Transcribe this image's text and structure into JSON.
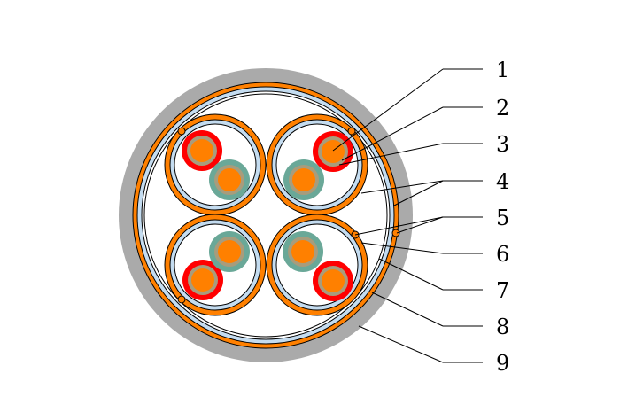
{
  "labels": [
    "1",
    "2",
    "3",
    "4",
    "5",
    "6",
    "7",
    "8",
    "9"
  ],
  "colors": {
    "sheath": "#aaaaaa",
    "shield": "#ff8000",
    "tape": "#c4dcf0",
    "conductor": "#ff8000",
    "insulation_red": "#ff0000",
    "insulation_green": "#6aa898",
    "skin": "#a89c7c"
  }
}
